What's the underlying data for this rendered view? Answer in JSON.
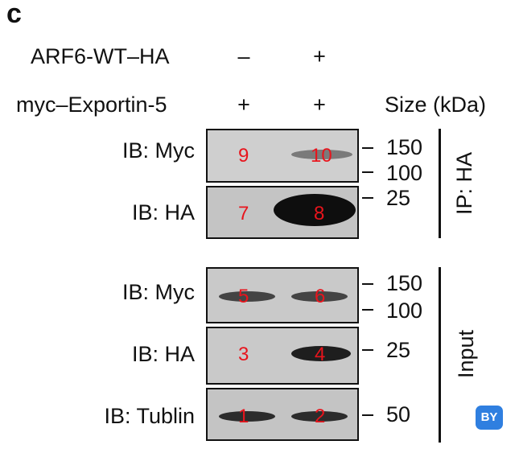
{
  "panel_label": "c",
  "conditions": [
    {
      "label": "ARF6-WT–HA",
      "lane1": "–",
      "lane2": "+"
    },
    {
      "label": "myc–Exportin-5",
      "lane1": "+",
      "lane2": "+"
    }
  ],
  "size_header": "Size (kDa)",
  "blots": [
    {
      "label": "IB: Myc",
      "lane_numbers": [
        "9",
        "10"
      ],
      "markers": [
        "150",
        "100"
      ]
    },
    {
      "label": "IB: HA",
      "lane_numbers": [
        "7",
        "8"
      ],
      "markers": [
        "25"
      ]
    },
    {
      "label": "IB: Myc",
      "lane_numbers": [
        "5",
        "6"
      ],
      "markers": [
        "150",
        "100"
      ]
    },
    {
      "label": "IB: HA",
      "lane_numbers": [
        "3",
        "4"
      ],
      "markers": [
        "25"
      ]
    },
    {
      "label": "IB: Tublin",
      "lane_numbers": [
        "1",
        "2"
      ],
      "markers": [
        "50"
      ]
    }
  ],
  "groups": {
    "ip": "IP: HA",
    "input": "Input"
  },
  "badge": {
    "text": "BY"
  },
  "colors": {
    "lane_number": "#e8141c",
    "blot_background": "#c9c9c9",
    "badge": "#2f7fe0"
  }
}
